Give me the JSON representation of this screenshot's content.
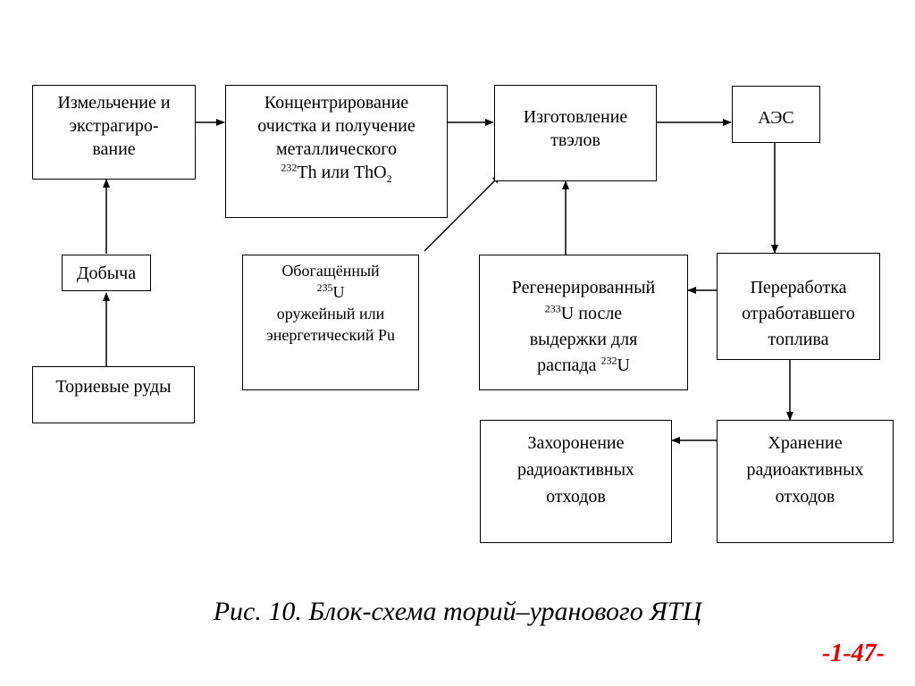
{
  "boxes": {
    "grinding": {
      "l1": "Измельчение и",
      "l2": "экстрагиро-",
      "l3": "вание"
    },
    "concentration": {
      "l1": "Концентрирование",
      "l2": "очистка и получение",
      "l3": "металлического",
      "th_sup": "232",
      "th_text": "Th  или ThO",
      "o2_sub": "2"
    },
    "fabrication": {
      "l1": "Изготовление",
      "l2": "твэлов"
    },
    "npp": {
      "l1": "АЭС"
    },
    "mining": {
      "l1": "Добыча"
    },
    "ores": {
      "l1": "Ториевые руды"
    },
    "enriched": {
      "l1": "Обогащённый",
      "u_sup": "235",
      "u_text": "U",
      "l3": "оружейный или",
      "l4": "энергетический Pu"
    },
    "regenerated": {
      "l1": "Регенерированный",
      "u_sup": "233",
      "u_text": "U после",
      "l3": "выдержки для",
      "l4_text": "распада ",
      "l4_sup": "232",
      "l4_end": "U"
    },
    "reprocessing": {
      "l1": "Переработка",
      "l2": "отработавшего",
      "l3": "топлива"
    },
    "burial": {
      "l1": "Захоронение",
      "l2": "радиоактивных",
      "l3": "отходов"
    },
    "storage": {
      "l1": "Хранение",
      "l2": "радиоактивных",
      "l3": "отходов"
    }
  },
  "caption": "Рис.  10. Блок-схема торий–уранового ЯТЦ",
  "page_number": "-1-47-",
  "colors": {
    "line": "#000000",
    "page_number": "#e00000"
  }
}
